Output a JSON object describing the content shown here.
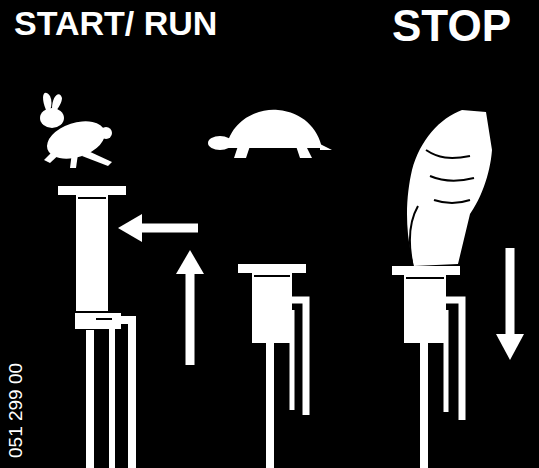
{
  "diagram": {
    "labels": [
      "START/ RUN",
      "STOP",
      "051 299 00"
    ]
  }
}
